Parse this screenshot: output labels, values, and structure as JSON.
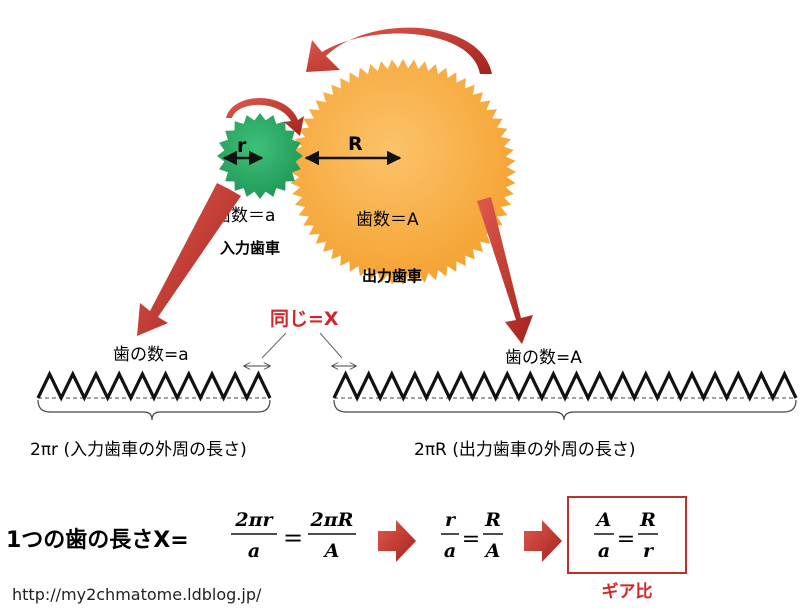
{
  "gears": {
    "small_radius_label": "r",
    "large_radius_label": "R",
    "small_teeth_label": "歯数＝a",
    "large_teeth_label": "歯数＝A",
    "input_gear_label": "入力歯車",
    "output_gear_label": "出力歯車",
    "colors": {
      "small_gear": "#2aa563",
      "large_gear": "#f8ac3e",
      "arrow": "#c0302b"
    }
  },
  "unrolled": {
    "same_label": "同じ=X",
    "left_teeth_label": "歯の数=a",
    "right_teeth_label": "歯の数=A",
    "left_circumference": "2πr (入力歯車の外周の長さ)",
    "right_circumference": "2πR (出力歯車の外周の長さ)"
  },
  "formula": {
    "lead_text": "1つの歯の長さX=",
    "f1_num": "2πr",
    "f1_den": "a",
    "eq": "=",
    "f2_num": "2πR",
    "f2_den": "A",
    "f3_num": "r",
    "f3_den": "a",
    "f4_num": "R",
    "f4_den": "A",
    "f5_num": "A",
    "f5_den": "a",
    "f6_num": "R",
    "f6_den": "r",
    "gear_ratio_label": "ギア比"
  },
  "footer": {
    "url": "http://my2chmatome.ldblog.jp/"
  }
}
